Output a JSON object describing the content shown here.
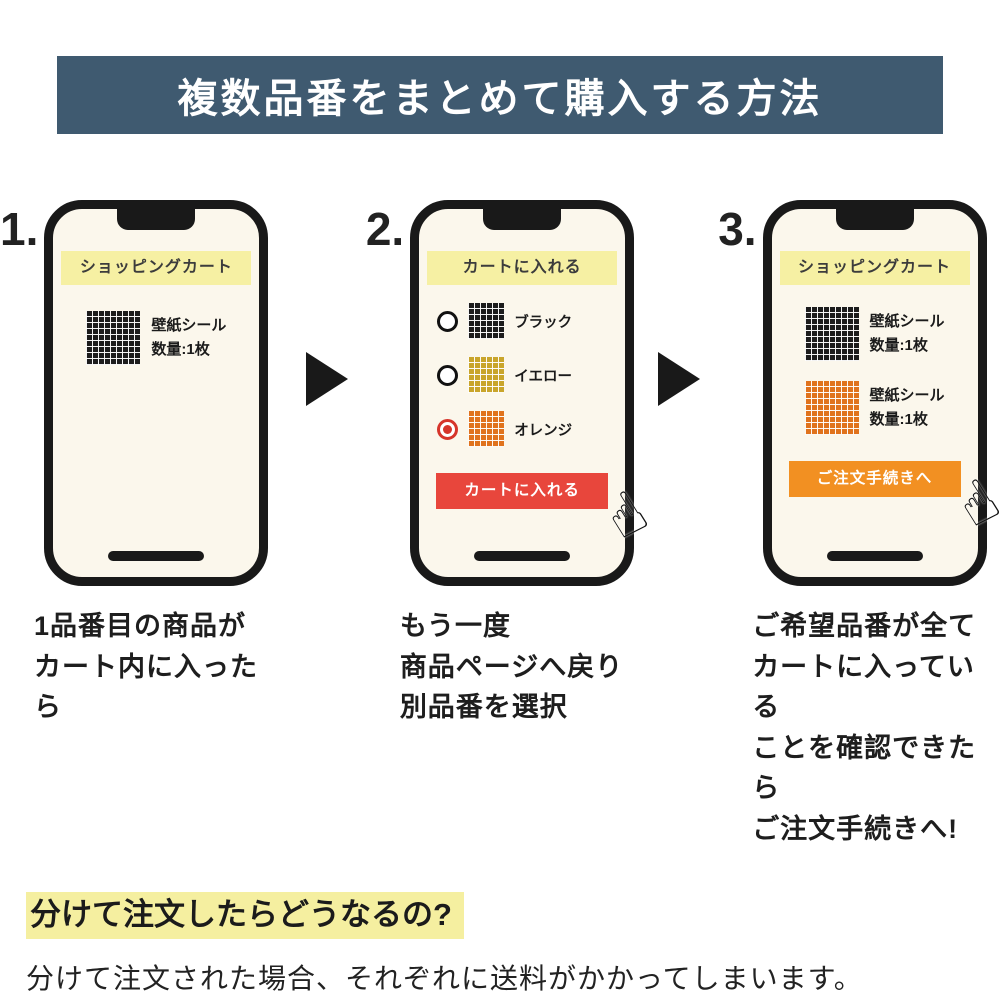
{
  "colors": {
    "header_bg": "#3f5a70",
    "banner_bg": "#f6f0a3",
    "screen_bg": "#fbf7ec",
    "highlight": "#f5efa0",
    "swatch_black": "#1c1c1c",
    "swatch_yellow": "#c9a52b",
    "swatch_orange": "#e0731d",
    "add_to_cart_button_bg": "#e8463c",
    "checkout_button_bg": "#f29022",
    "radio_selected": "#d6352b"
  },
  "header": {
    "title": "複数品番をまとめて購入する方法"
  },
  "steps": [
    {
      "number": "1.",
      "banner": "ショッピングカート",
      "items": [
        {
          "swatch": "black",
          "text": "壁紙シール\n数量:1枚"
        }
      ],
      "caption": "1品番目の商品が\nカート内に入ったら"
    },
    {
      "number": "2.",
      "banner": "カートに入れる",
      "options": [
        {
          "swatch": "black",
          "label": "ブラック",
          "selected": false
        },
        {
          "swatch": "yellow",
          "label": "イエロー",
          "selected": false
        },
        {
          "swatch": "orange",
          "label": "オレンジ",
          "selected": true
        }
      ],
      "button_label": "カートに入れる",
      "caption": "もう一度\n商品ページへ戻り\n別品番を選択"
    },
    {
      "number": "3.",
      "banner": "ショッピングカート",
      "items": [
        {
          "swatch": "black",
          "text": "壁紙シール\n数量:1枚"
        },
        {
          "swatch": "orange",
          "text": "壁紙シール\n数量:1枚"
        }
      ],
      "button_label": "ご注文手続きへ",
      "caption": "ご希望品番が全て\nカートに入っている\nことを確認できたら\nご注文手続きへ!"
    }
  ],
  "footer": {
    "heading": "分けて注文したらどうなるの?",
    "body": "分けて注文された場合、それぞれに送料がかかってしまいます。\nまた、注文後におまとめすることはシステム上できません。"
  }
}
